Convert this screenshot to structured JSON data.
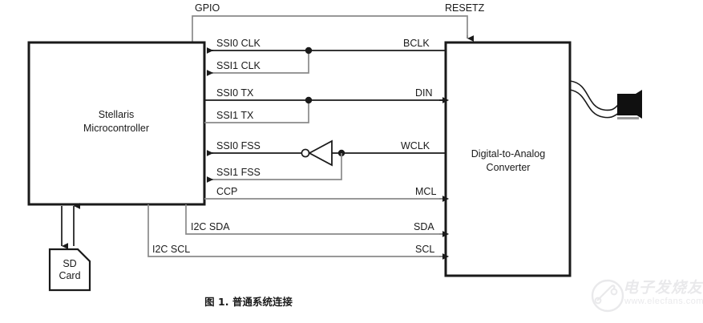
{
  "figure": {
    "caption": "图 1. 普通系统连接",
    "watermark_cn": "电子发烧友",
    "watermark_url": "www.elecfans.com"
  },
  "blocks": {
    "mcu": {
      "line1": "Stellaris",
      "line2": "Microcontroller"
    },
    "dac": {
      "line1": "Digital-to-Analog",
      "line2": "Converter"
    },
    "sd": {
      "line1": "SD",
      "line2": "Card"
    }
  },
  "signals": {
    "gpio": "GPIO",
    "resetz": "RESETZ",
    "ssi0_clk": "SSI0 CLK",
    "ssi1_clk": "SSI1 CLK",
    "bclk": "BCLK",
    "ssi0_tx": "SSI0 TX",
    "ssi1_tx": "SSI1 TX",
    "din": "DIN",
    "ssi0_fss": "SSI0 FSS",
    "ssi1_fss": "SSI1 FSS",
    "wclk": "WCLK",
    "ccp": "CCP",
    "mcl": "MCL",
    "i2c_sda": "I2C SDA",
    "sda": "SDA",
    "i2c_scl": "I2C SCL",
    "scl": "SCL"
  },
  "icons": {
    "inverter": "inverter-gate-icon",
    "speaker": "speaker-icon",
    "sd_card": "sd-card-icon"
  },
  "colors": {
    "line_dark": "#1a1a1a",
    "line_grey": "#8a8a8a",
    "block_fill": "#ffffff",
    "background": "#ffffff",
    "watermark": "#c9c9cf"
  }
}
